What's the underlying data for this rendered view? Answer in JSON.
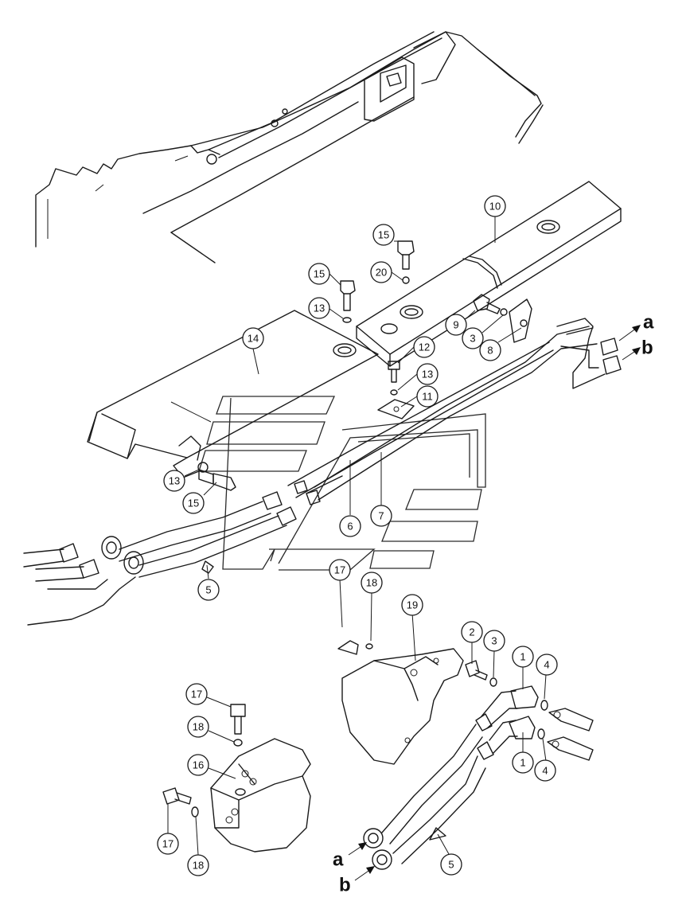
{
  "callouts": [
    {
      "id": "c10",
      "label": "10"
    },
    {
      "id": "c15a",
      "label": "15"
    },
    {
      "id": "c20",
      "label": "20"
    },
    {
      "id": "c15b",
      "label": "15"
    },
    {
      "id": "c13a",
      "label": "13"
    },
    {
      "id": "c14",
      "label": "14"
    },
    {
      "id": "c9",
      "label": "9"
    },
    {
      "id": "c3a",
      "label": "3"
    },
    {
      "id": "c8",
      "label": "8"
    },
    {
      "id": "c12",
      "label": "12"
    },
    {
      "id": "c13b",
      "label": "13"
    },
    {
      "id": "c11",
      "label": "11"
    },
    {
      "id": "c13c",
      "label": "13"
    },
    {
      "id": "c15c",
      "label": "15"
    },
    {
      "id": "c6",
      "label": "6"
    },
    {
      "id": "c7",
      "label": "7"
    },
    {
      "id": "c5a",
      "label": "5"
    },
    {
      "id": "c17a",
      "label": "17"
    },
    {
      "id": "c18a",
      "label": "18"
    },
    {
      "id": "c19",
      "label": "19"
    },
    {
      "id": "c2",
      "label": "2"
    },
    {
      "id": "c3b",
      "label": "3"
    },
    {
      "id": "c1a",
      "label": "1"
    },
    {
      "id": "c4a",
      "label": "4"
    },
    {
      "id": "c1b",
      "label": "1"
    },
    {
      "id": "c4b",
      "label": "4"
    },
    {
      "id": "c17b",
      "label": "17"
    },
    {
      "id": "c18b",
      "label": "18"
    },
    {
      "id": "c16",
      "label": "16"
    },
    {
      "id": "c17c",
      "label": "17"
    },
    {
      "id": "c18c",
      "label": "18"
    },
    {
      "id": "c5b",
      "label": "5"
    }
  ],
  "ports": {
    "top_a": "a",
    "top_b": "b",
    "bottom_a": "a",
    "bottom_b": "b"
  },
  "colors": {
    "line": "#1a1a1a",
    "background": "#ffffff"
  }
}
